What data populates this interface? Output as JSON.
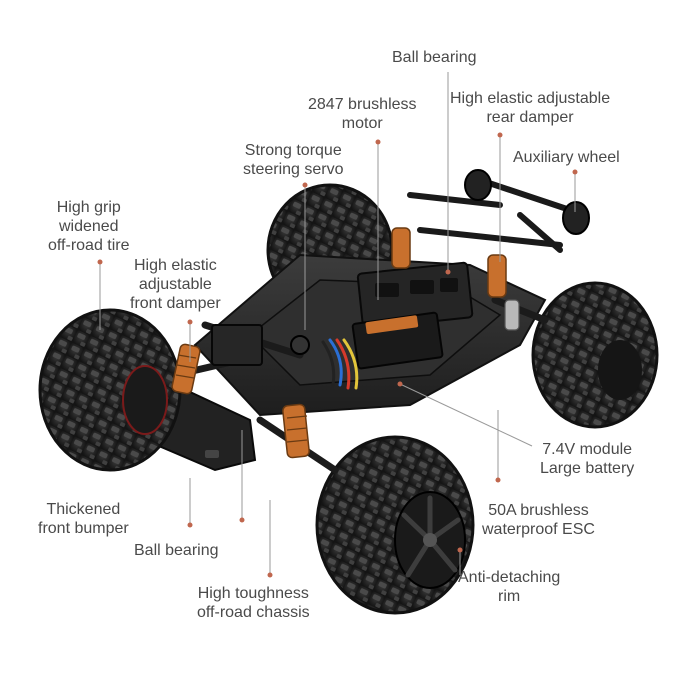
{
  "colors": {
    "label_text": "#4a4a4a",
    "leader_line": "#9a9a9a",
    "leader_dot": "#c0674e",
    "tire": "#1c1c1c",
    "chassis": "#2a2a2a",
    "shock_spring": "#c8702d",
    "background": "#ffffff"
  },
  "labels": {
    "ball_bearing_top": "Ball bearing",
    "motor_1": "2847 brushless",
    "motor_2": "motor",
    "rear_damper_1": "High elastic adjustable",
    "rear_damper_2": "rear damper",
    "servo_1": "Strong torque",
    "servo_2": "steering servo",
    "aux_wheel": "Auxiliary wheel",
    "tire_1": "High grip",
    "tire_2": "widened",
    "tire_3": "off-road tire",
    "front_damper_1": "High elastic",
    "front_damper_2": "adjustable",
    "front_damper_3": "front damper",
    "battery_1": "7.4V module",
    "battery_2": "Large battery",
    "bumper_1": "Thickened",
    "bumper_2": "front bumper",
    "esc_1": "50A brushless",
    "esc_2": "waterproof ESC",
    "ball_bearing_bottom": "Ball bearing",
    "rim_1": "Anti-detaching",
    "rim_2": "rim",
    "chassis_1": "High toughness",
    "chassis_2": "off-road chassis"
  }
}
